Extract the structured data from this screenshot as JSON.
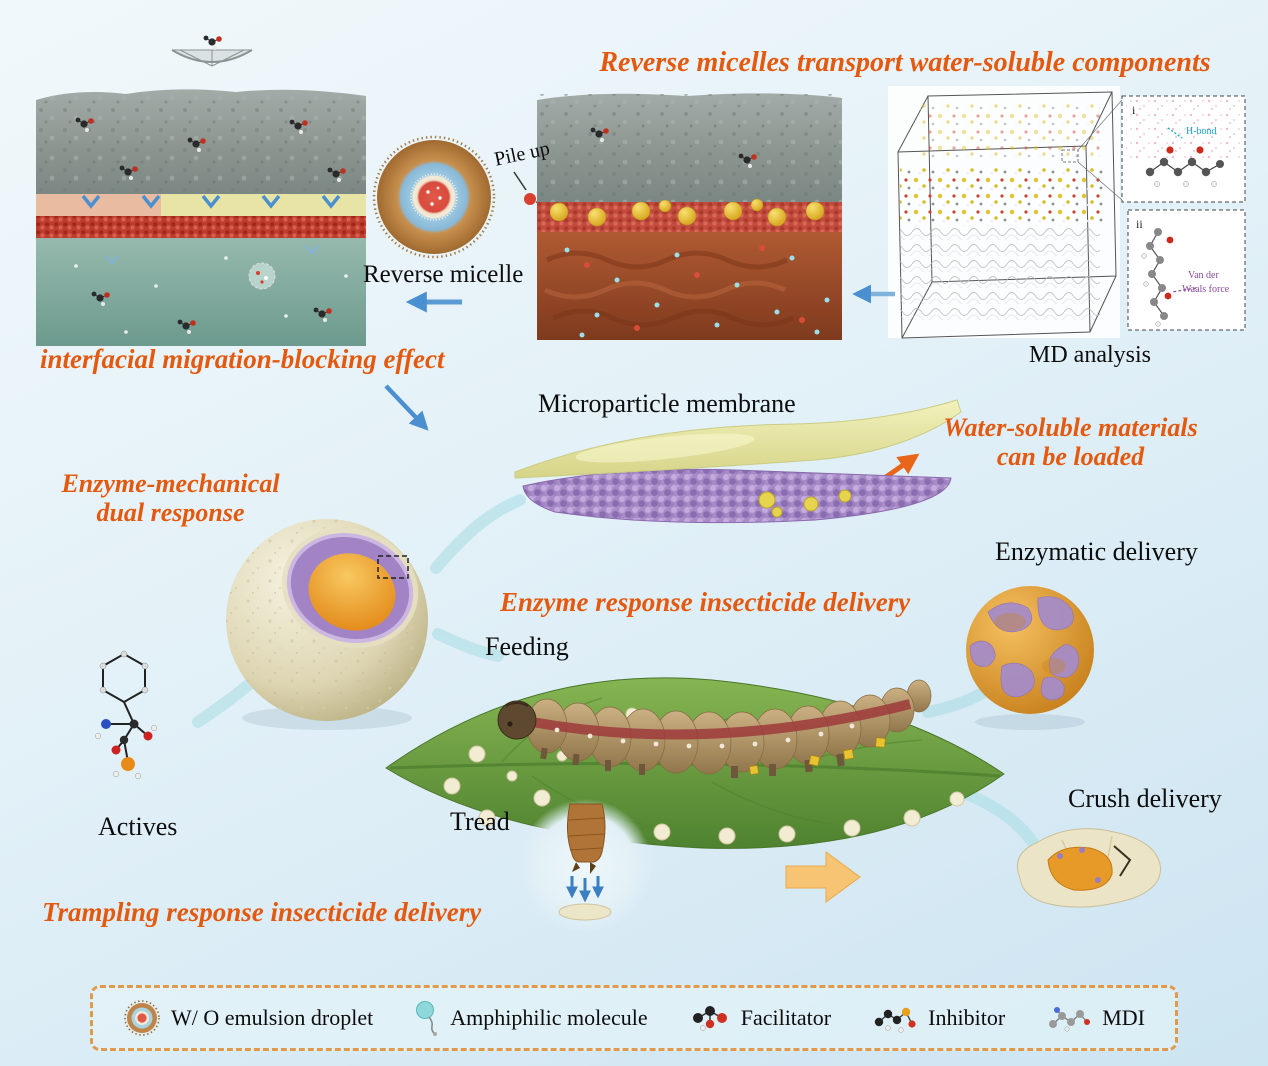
{
  "colors": {
    "accent_orange": "#e5590f",
    "arrow_blue": "#4a8fd0",
    "text_black": "#0d0d0d",
    "micelle_core_red": "#df5848",
    "micelle_ring_blue": "#9cc8e0",
    "micelle_outer_tan": "#c08448",
    "membrane_yellow": "#e9e9a8",
    "particle_purple": "#a78bc6",
    "sphere_cream": "#ece7cb",
    "core_orange": "#f0a830",
    "leaf_green": "#6fa845"
  },
  "headings": {
    "title": "Reverse micelles transport water-soluble components",
    "interfacial": "interfacial migration-blocking effect",
    "enzyme_mechanical_line1": "Enzyme-mechanical",
    "enzyme_mechanical_line2": "dual response",
    "water_soluble_line1": "Water-soluble materials",
    "water_soluble_line2": "can be loaded",
    "enzyme_response": "Enzyme response insecticide delivery",
    "trampling": "Trampling response insecticide delivery"
  },
  "labels": {
    "pile_up": "Pile up",
    "reverse_micelle": "Reverse micelle",
    "md_analysis": "MD analysis",
    "microparticle_membrane": "Microparticle membrane",
    "enzymatic_delivery": "Enzymatic delivery",
    "feeding": "Feeding",
    "actives": "Actives",
    "crush_delivery": "Crush delivery",
    "tread": "Tread"
  },
  "md_inset": {
    "panel_i": "i",
    "panel_ii": "ii",
    "h_bond": "H-bond",
    "vdw_line1": "Van der",
    "vdw_line2": "Waals force"
  },
  "legend": {
    "items": [
      {
        "label": "W/ O emulsion droplet"
      },
      {
        "label": "Amphiphilic molecule"
      },
      {
        "label": "Facilitator"
      },
      {
        "label": "Inhibitor"
      },
      {
        "label": "MDI"
      }
    ]
  }
}
